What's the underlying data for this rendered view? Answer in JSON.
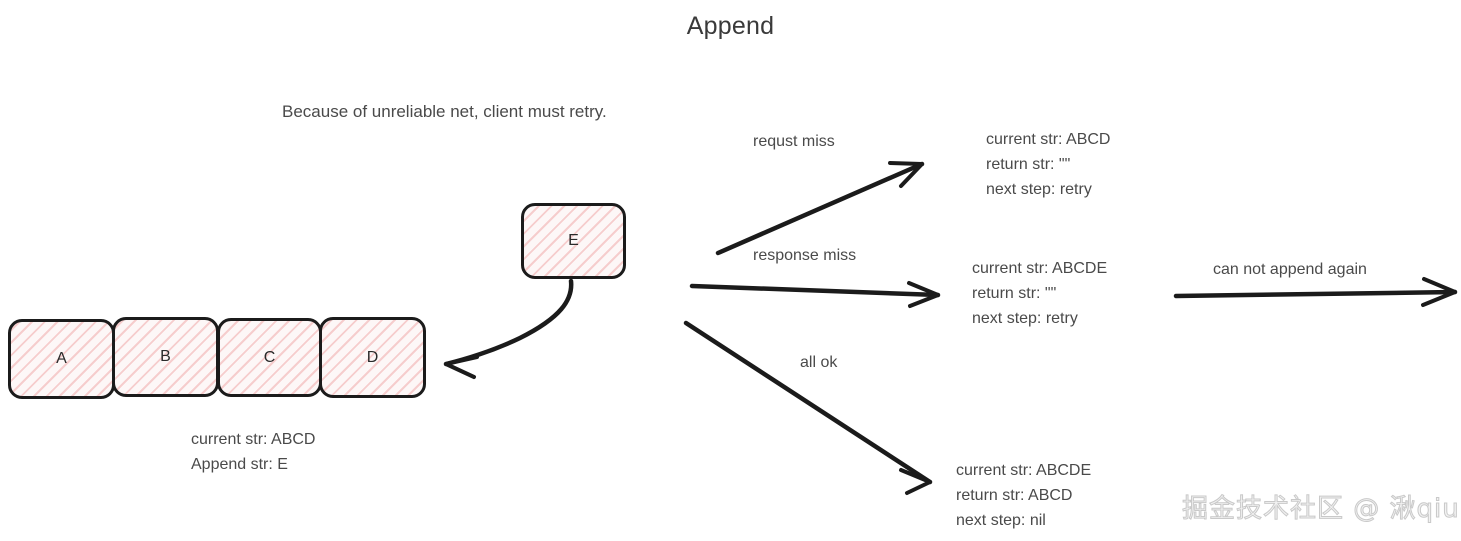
{
  "diagram": {
    "title": "Append",
    "subtitle": "Because of unreliable net, client must retry.",
    "watermark": "掘金技术社区 @ 湫qiu",
    "colors": {
      "stroke": "#1b1b1b",
      "hatch": "#f6cdcd",
      "fill": "#fdf6f6",
      "text": "#4a4a4a",
      "watermark": "#f2f2f2"
    },
    "existing_cells": [
      {
        "label": "A"
      },
      {
        "label": "B"
      },
      {
        "label": "C"
      },
      {
        "label": "D"
      }
    ],
    "append_cell": {
      "label": "E"
    },
    "left_caption": {
      "line1": "current str: ABCD",
      "line2": "Append str: E"
    },
    "branches": [
      {
        "edge_label": "requst miss",
        "state": {
          "current": "current str: ABCD",
          "return": "return str: \"\"",
          "next": "next step: retry"
        }
      },
      {
        "edge_label": "response miss",
        "state": {
          "current": "current str: ABCDE",
          "return": "return str: \"\"",
          "next": "next step: retry"
        }
      },
      {
        "edge_label": "all ok",
        "state": {
          "current": "current str: ABCDE",
          "return": "return str: ABCD",
          "next": "next step: nil"
        }
      }
    ],
    "tail": {
      "edge_label": "can not append again"
    }
  }
}
